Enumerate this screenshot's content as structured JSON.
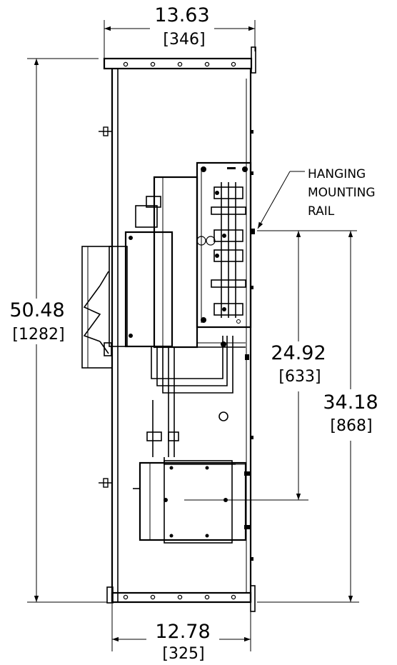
{
  "drawing": {
    "dimensions": {
      "top_width": {
        "value": "13.63",
        "metric": "[346]"
      },
      "bottom_width": {
        "value": "12.78",
        "metric": "[325]"
      },
      "overall_height": {
        "value": "50.48",
        "metric": "[1282]"
      },
      "rail_to_center": {
        "value": "24.92",
        "metric": "[633]"
      },
      "rail_to_bottom": {
        "value": "34.18",
        "metric": "[868]"
      }
    },
    "callout": {
      "line1": "HANGING",
      "line2": "MOUNTING",
      "line3": "RAIL"
    }
  }
}
